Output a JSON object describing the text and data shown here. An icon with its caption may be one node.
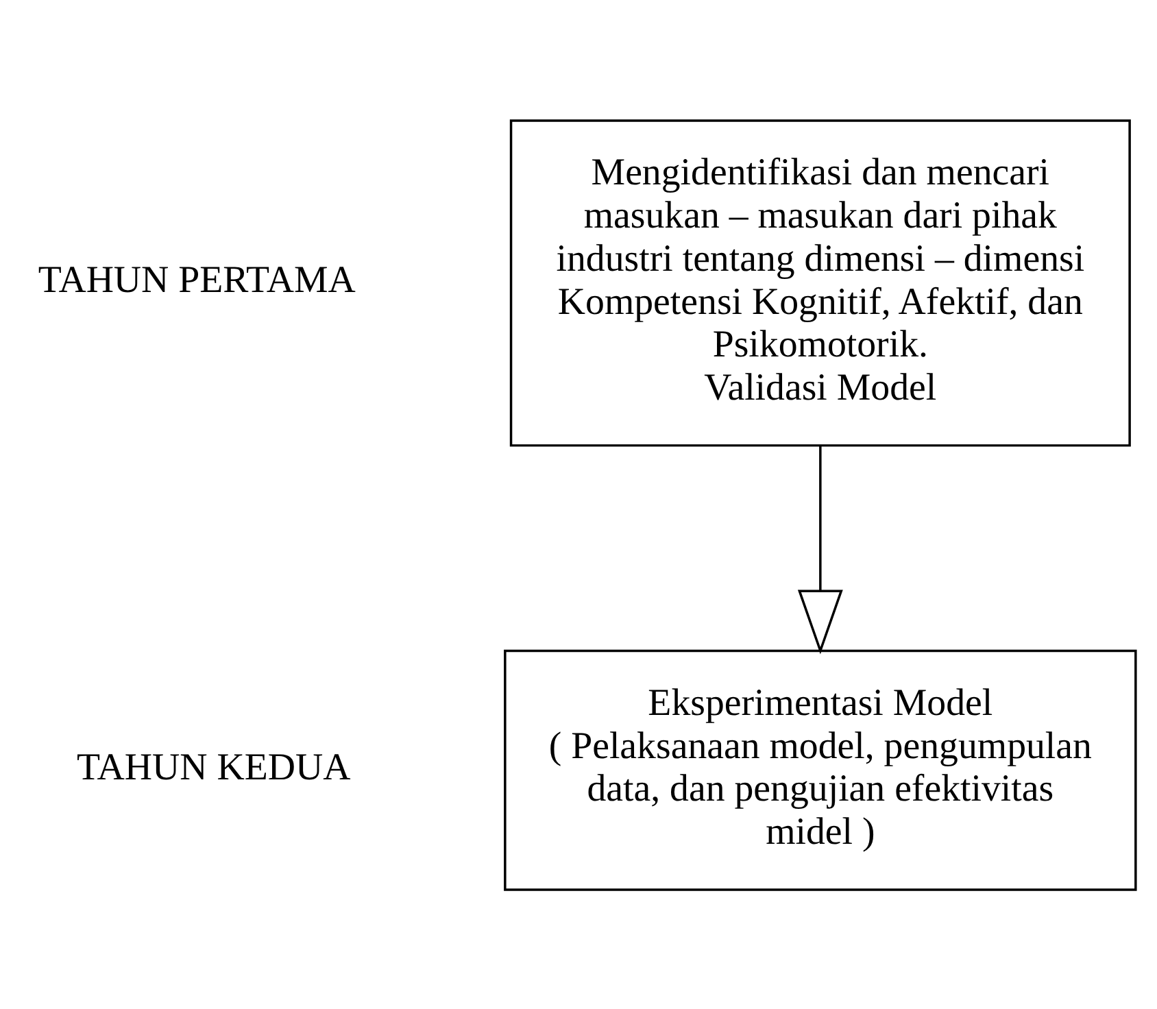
{
  "diagram": {
    "nodes": [
      {
        "text": [
          "Mengidentifikasi dan mencari masukan – masukan dari pihak industri tentang dimensi – dimensi Kompetensi Kognitif, Afektif, dan Psikomotorik.",
          "Validasi Model"
        ],
        "beside": [
          "TAHUN PERTAMA"
        ]
      },
      {
        "text": [
          "Eksperimentasi Model",
          "( Pelaksanaan model, pengumpulan data, dan pengujian efektivitas midel )"
        ],
        "beside": [
          "TAHUN KEDUA"
        ]
      }
    ],
    "edges": [
      {
        "from": 0,
        "to": 1,
        "arrow": "to"
      }
    ]
  }
}
